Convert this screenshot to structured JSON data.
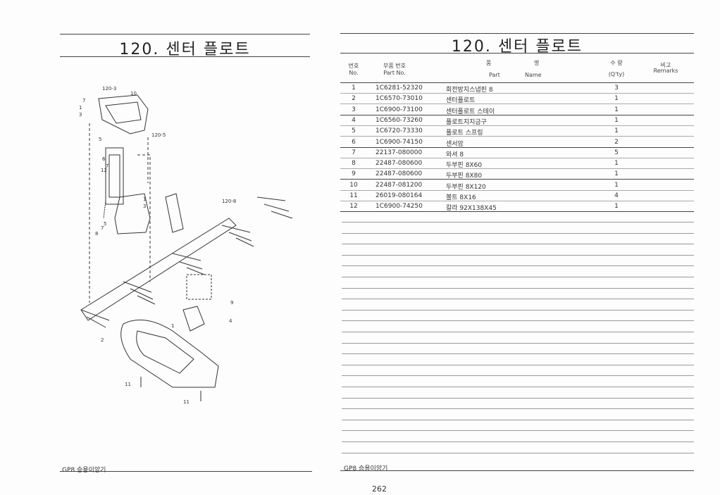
{
  "left_page": {
    "title": "120. 센터 플로트",
    "footer": "GP8 승용이앙기",
    "diagram_callouts": [
      "120-3",
      "10",
      "7",
      "1",
      "3",
      "120-5",
      "5",
      "6",
      "7",
      "12",
      "1",
      "3",
      "120-8",
      "8",
      "7",
      "5",
      "9",
      "4",
      "1",
      "2",
      "11",
      "11"
    ]
  },
  "right_page": {
    "title": "120. 센터 플로트",
    "headers": {
      "no_ko": "번호",
      "no_en": "No.",
      "part_no_ko": "부품 번호",
      "part_no_en": "Part  No.",
      "name_ko_1": "품",
      "name_ko_2": "명",
      "name_en_1": "Part",
      "name_en_2": "Name",
      "qty_ko": "수  량",
      "qty_en": "(Q'ty)",
      "remarks_ko": "비고",
      "remarks_en": "Remarks"
    },
    "rows": [
      {
        "no": "1",
        "part_no": "1C6281-52320",
        "name": "회전방지스냅핀 8",
        "qty": "3"
      },
      {
        "no": "2",
        "part_no": "1C6570-73010",
        "name": "센터플로트",
        "qty": "1"
      },
      {
        "no": "3",
        "part_no": "1C6900-73100",
        "name": "센터플로트 스테이",
        "qty": "1"
      },
      {
        "no": "4",
        "part_no": "1C6560-73260",
        "name": "플로트지지금구",
        "qty": "1"
      },
      {
        "no": "5",
        "part_no": "1C6720-73330",
        "name": "플로트 스프링",
        "qty": "1"
      },
      {
        "no": "6",
        "part_no": "1C6900-74150",
        "name": "센서암",
        "qty": "2"
      },
      {
        "no": "7",
        "part_no": "22137-080000",
        "name": "와셔 8",
        "qty": "5"
      },
      {
        "no": "8",
        "part_no": "22487-080600",
        "name": "두부핀 8X60",
        "qty": "1"
      },
      {
        "no": "9",
        "part_no": "22487-080600",
        "name": "두부핀 8X80",
        "qty": "1"
      },
      {
        "no": "10",
        "part_no": "22487-081200",
        "name": "두부핀 8X120",
        "qty": "1"
      },
      {
        "no": "11",
        "part_no": "26019-080164",
        "name": "볼트 8X16",
        "qty": "4"
      },
      {
        "no": "12",
        "part_no": "1C6900-74250",
        "name": "칼라 92X138X45",
        "qty": "1"
      }
    ],
    "footer": "GP8 승용이앙기"
  },
  "page_number": "262"
}
